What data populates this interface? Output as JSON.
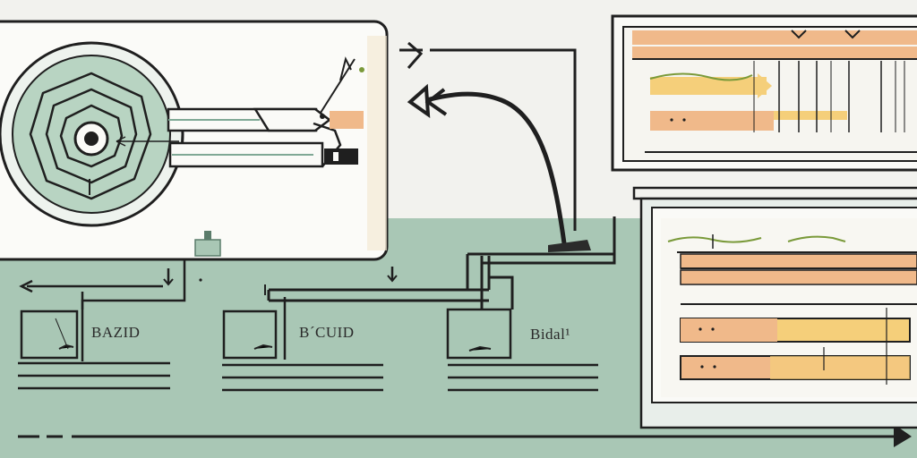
{
  "colors": {
    "ground": "#a9c7b5",
    "disc": "#b8d4c2",
    "ink": "#1f1f1f",
    "orange": "#f0b98a",
    "yellow": "#f5cf7a",
    "panel": "#fafaf7"
  },
  "modules": [
    {
      "label": "BAZID",
      "icon": "chart-thumbnail-icon"
    },
    {
      "label": "B´CUID",
      "icon": "chart-thumbnail-icon"
    },
    {
      "label": "Bidal¹",
      "icon": "chart-thumbnail-icon"
    }
  ]
}
